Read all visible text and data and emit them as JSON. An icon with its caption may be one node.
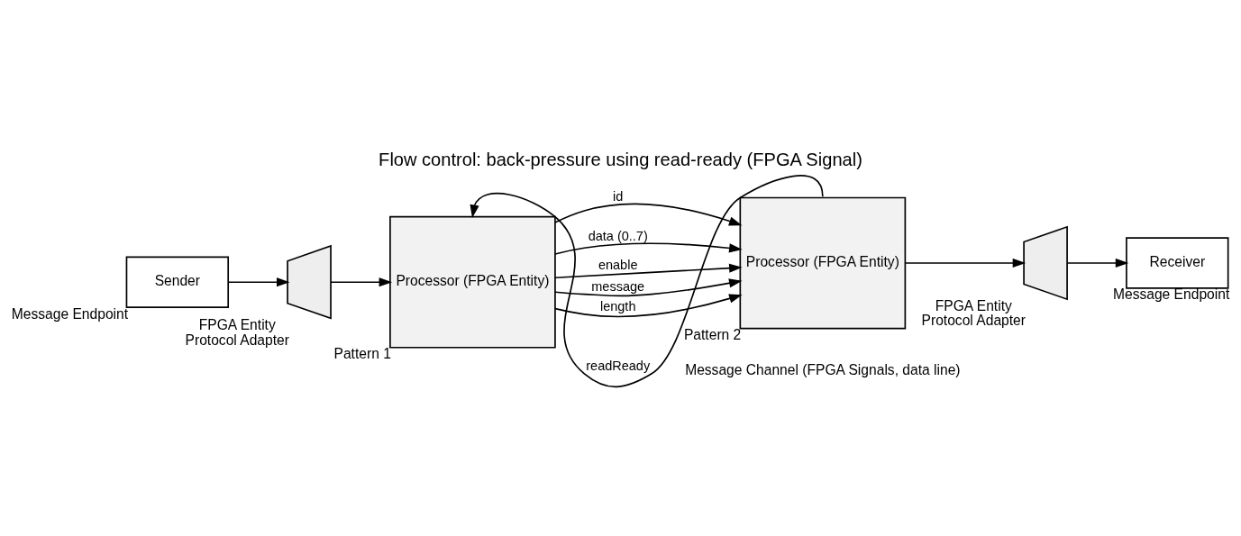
{
  "diagram": {
    "title": "Flow control: back-pressure using read-ready (FPGA Signal)",
    "nodes": [
      {
        "text": [
          "Sender"
        ],
        "beside": [
          "Message Endpoint"
        ]
      },
      {
        "text": [],
        "shape": "trapezoid",
        "beside": [
          "FPGA Entity",
          "Protocol Adapter"
        ]
      },
      {
        "text": [
          "Processor (FPGA Entity)"
        ],
        "beside": [
          "Pattern 1"
        ]
      },
      {
        "text": [
          "Processor (FPGA Entity)"
        ],
        "beside": [
          "Pattern 2"
        ]
      },
      {
        "text": [],
        "shape": "trapezoid",
        "beside": [
          "FPGA Entity",
          "Protocol Adapter"
        ]
      },
      {
        "text": [
          "Receiver"
        ],
        "beside": [
          "Message Endpoint"
        ]
      }
    ],
    "edges": [
      {
        "from": 0,
        "to": 1,
        "arrow": "to"
      },
      {
        "from": 1,
        "to": 2,
        "arrow": "to"
      },
      {
        "from": 3,
        "to": 2,
        "arrow": "to",
        "label": "readReady"
      },
      {
        "from": 2,
        "to": 3,
        "arrow": "to",
        "label": "id"
      },
      {
        "from": 2,
        "to": 3,
        "arrow": "to",
        "label": "data (0..7)"
      },
      {
        "from": 2,
        "to": 3,
        "arrow": "to",
        "label": "enable"
      },
      {
        "from": 2,
        "to": 3,
        "arrow": "to",
        "label": "message"
      },
      {
        "from": 2,
        "to": 3,
        "arrow": "to",
        "label": "length"
      },
      {
        "from": 3,
        "to": 4,
        "arrow": "to"
      },
      {
        "from": 4,
        "to": 5,
        "arrow": "to"
      }
    ],
    "labels": [
      "Message Channel (FPGA Signals, data line)"
    ]
  }
}
